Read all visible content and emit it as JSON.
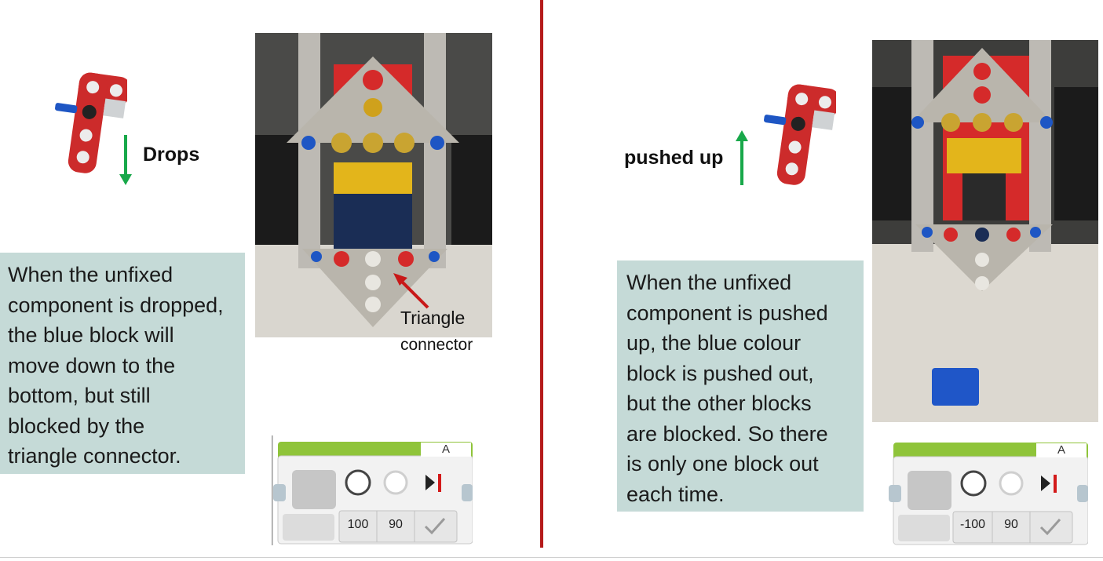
{
  "left": {
    "caption": "Drops",
    "note": "When the unfixed\ncomponent is dropped,\nthe blue block will\nmove down to the\nbottom, but still\nblocked by the\ntriangle connector.",
    "callout_line1": "Triangle",
    "callout_line2": "connector",
    "motor_block": {
      "port": "A",
      "power": "100",
      "degrees": "90"
    }
  },
  "right": {
    "caption": "pushed up",
    "note": "When the unfixed\ncomponent is pushed\nup, the blue colour\nblock is pushed out,\nbut the other blocks\nare blocked. So there\nis only one block out\neach time.",
    "motor_block": {
      "port": "A",
      "power": "-100",
      "degrees": "90"
    }
  },
  "colors": {
    "divider": "#b51a1a",
    "note_bg": "#c5dad7",
    "arrow": "#18a84a",
    "block_green": "#8fc43a"
  }
}
